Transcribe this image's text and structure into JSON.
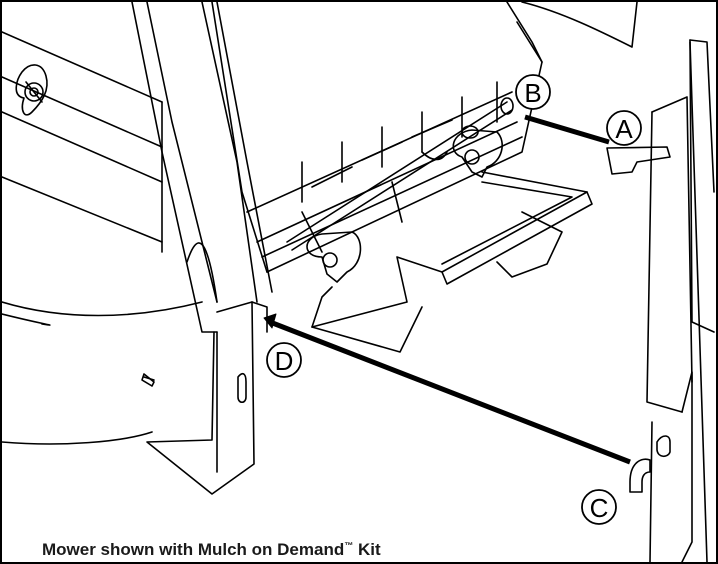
{
  "callouts": {
    "a": "A",
    "b": "B",
    "c": "C",
    "d": "D"
  },
  "caption": {
    "text_before": "Mower shown with Mulch on Demand",
    "trademark": "™",
    "text_after": " Kit"
  }
}
